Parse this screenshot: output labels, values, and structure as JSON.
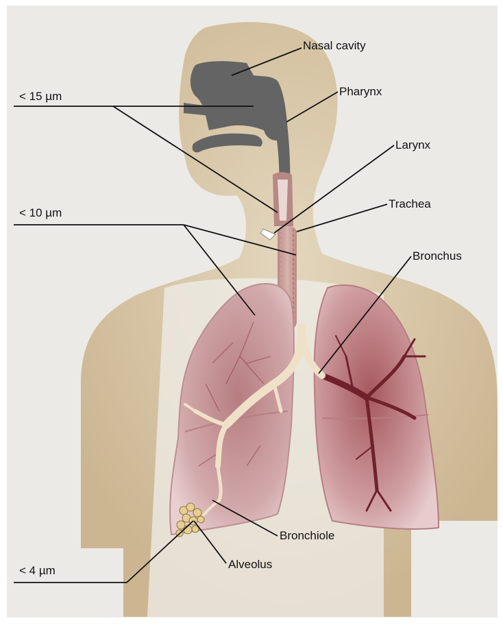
{
  "organ_labels": {
    "nasal_cavity": "Nasal cavity",
    "pharynx": "Pharynx",
    "larynx": "Larynx",
    "trachea": "Trachea",
    "bronchus": "Bronchus",
    "bronchiole": "Bronchiole",
    "alveolus": "Alveolus"
  },
  "particle_sizes": {
    "upper": "< 15 µm",
    "middle": "< 10 µm",
    "lower": "< 4 µm"
  },
  "colors": {
    "background": "#eceae6",
    "skin": "#cdb792",
    "airway_fill": "#646464",
    "lung": "#c99a9c",
    "lung_dark": "#7a2c33",
    "bronchial_tree": "#efe1c8",
    "leader_line": "#111111"
  }
}
